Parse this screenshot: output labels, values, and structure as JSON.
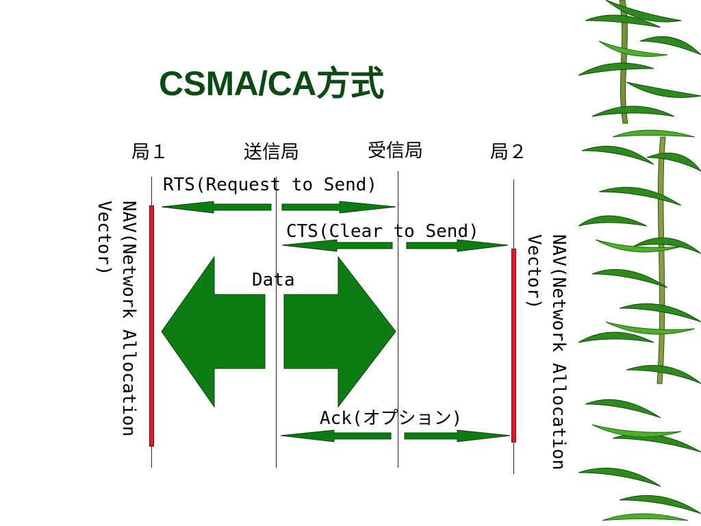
{
  "slide": {
    "title": "CSMA/CA方式"
  },
  "stations": {
    "station1": "局１",
    "sender": "送信局",
    "receiver": "受信局",
    "station2": "局２"
  },
  "messages": {
    "rts": "RTS(Request to Send)",
    "cts": "CTS(Clear to Send)",
    "data": "Data",
    "ack": "Ack(オプション)"
  },
  "nav_left": {
    "line1": "NAV(Network Allocation",
    "line2": "Vector)"
  },
  "nav_right": {
    "line1": "NAV(Network Allocation",
    "line2": "Vector)"
  },
  "colors": {
    "arrow_fill": "#0c7d12",
    "nav_bar": "#d81e2c",
    "title": "#0b4a14"
  }
}
